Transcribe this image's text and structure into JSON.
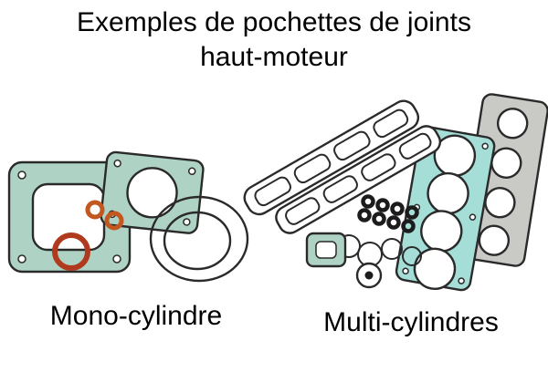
{
  "title": {
    "line1": "Exemples de pochettes de joints",
    "line2": "haut-moteur"
  },
  "captions": {
    "mono": "Mono-cylindre",
    "multi": "Multi-cylindres"
  },
  "illustration": {
    "left_kit": "mono-cylinder-gasket-set",
    "right_kit": "multi-cylinder-gasket-set"
  },
  "colors": {
    "background": "#ffffff",
    "text": "#000000",
    "gasket_teal": "#aed3c4",
    "gasket_cyan": "#a5ded6",
    "gasket_gray": "#c9c9c6",
    "outline": "#2a2a2a",
    "oring_orange": "#c2571f",
    "oring_red": "#b03a1e"
  }
}
